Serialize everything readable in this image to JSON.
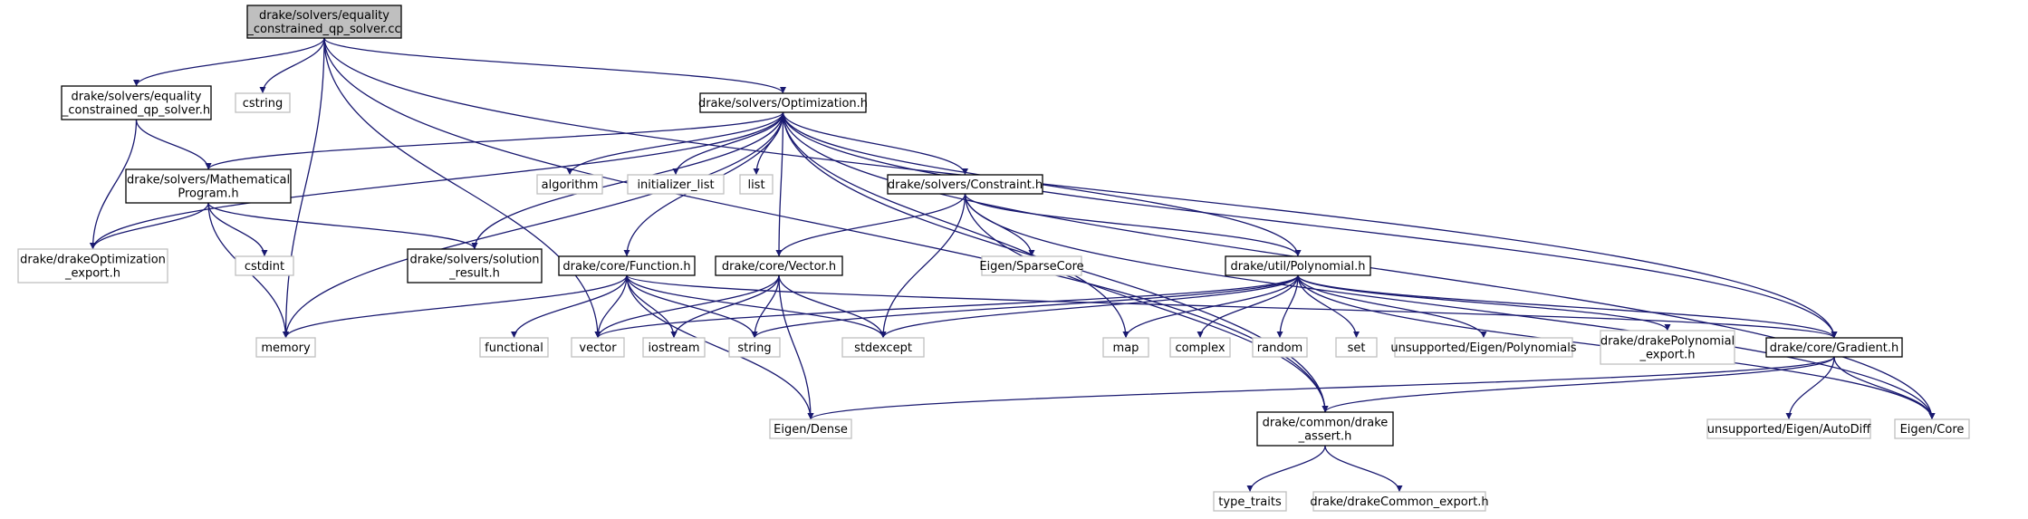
{
  "colors": {
    "edge": "#191970",
    "root_fill": "#bfbfbf",
    "root_border": "#000000",
    "local_border": "#000000",
    "system_border": "#bfbfbf",
    "node_fill": "#ffffff"
  },
  "nodes": [
    {
      "id": "root",
      "kind": "root",
      "lines": [
        "drake/solvers/equality",
        "_constrained_qp_solver.cc"
      ]
    },
    {
      "id": "eq_h",
      "kind": "local",
      "lines": [
        "drake/solvers/equality",
        "_constrained_qp_solver.h"
      ]
    },
    {
      "id": "cstring",
      "kind": "system",
      "lines": [
        "cstring"
      ]
    },
    {
      "id": "opt_h",
      "kind": "local",
      "lines": [
        "drake/solvers/Optimization.h"
      ]
    },
    {
      "id": "mp_h",
      "kind": "local",
      "lines": [
        "drake/solvers/Mathematical",
        "Program.h"
      ]
    },
    {
      "id": "dox",
      "kind": "system",
      "lines": [
        "drake/drakeOptimization",
        "_export.h"
      ]
    },
    {
      "id": "cstdint",
      "kind": "system",
      "lines": [
        "cstdint"
      ]
    },
    {
      "id": "sol_h",
      "kind": "local",
      "lines": [
        "drake/solvers/solution",
        "_result.h"
      ]
    },
    {
      "id": "algorithm",
      "kind": "system",
      "lines": [
        "algorithm"
      ]
    },
    {
      "id": "initlist",
      "kind": "system",
      "lines": [
        "initializer_list"
      ]
    },
    {
      "id": "list",
      "kind": "system",
      "lines": [
        "list"
      ]
    },
    {
      "id": "con_h",
      "kind": "local",
      "lines": [
        "drake/solvers/Constraint.h"
      ]
    },
    {
      "id": "func_h",
      "kind": "local",
      "lines": [
        "drake/core/Function.h"
      ]
    },
    {
      "id": "vec_h",
      "kind": "local",
      "lines": [
        "drake/core/Vector.h"
      ]
    },
    {
      "id": "sparse",
      "kind": "system",
      "lines": [
        "Eigen/SparseCore"
      ]
    },
    {
      "id": "poly_h",
      "kind": "local",
      "lines": [
        "drake/util/Polynomial.h"
      ]
    },
    {
      "id": "memory",
      "kind": "system",
      "lines": [
        "memory"
      ]
    },
    {
      "id": "functional",
      "kind": "system",
      "lines": [
        "functional"
      ]
    },
    {
      "id": "vector",
      "kind": "system",
      "lines": [
        "vector"
      ]
    },
    {
      "id": "iostream",
      "kind": "system",
      "lines": [
        "iostream"
      ]
    },
    {
      "id": "string",
      "kind": "system",
      "lines": [
        "string"
      ]
    },
    {
      "id": "stdexcept",
      "kind": "system",
      "lines": [
        "stdexcept"
      ]
    },
    {
      "id": "map",
      "kind": "system",
      "lines": [
        "map"
      ]
    },
    {
      "id": "complex",
      "kind": "system",
      "lines": [
        "complex"
      ]
    },
    {
      "id": "random",
      "kind": "system",
      "lines": [
        "random"
      ]
    },
    {
      "id": "set",
      "kind": "system",
      "lines": [
        "set"
      ]
    },
    {
      "id": "uepoly",
      "kind": "system",
      "lines": [
        "unsupported/Eigen/Polynomials"
      ]
    },
    {
      "id": "dpe",
      "kind": "system",
      "lines": [
        "drake/drakePolynomial",
        "_export.h"
      ]
    },
    {
      "id": "grad_h",
      "kind": "local",
      "lines": [
        "drake/core/Gradient.h"
      ]
    },
    {
      "id": "dense",
      "kind": "system",
      "lines": [
        "Eigen/Dense"
      ]
    },
    {
      "id": "assert_h",
      "kind": "local",
      "lines": [
        "drake/common/drake",
        "_assert.h"
      ]
    },
    {
      "id": "uead",
      "kind": "system",
      "lines": [
        "unsupported/Eigen/AutoDiff"
      ]
    },
    {
      "id": "ecore",
      "kind": "system",
      "lines": [
        "Eigen/Core"
      ]
    },
    {
      "id": "traits",
      "kind": "system",
      "lines": [
        "type_traits"
      ]
    },
    {
      "id": "dce",
      "kind": "system",
      "lines": [
        "drake/drakeCommon_export.h"
      ]
    }
  ],
  "edges": [
    [
      "root",
      "eq_h"
    ],
    [
      "root",
      "cstring"
    ],
    [
      "root",
      "opt_h"
    ],
    [
      "root",
      "memory"
    ],
    [
      "root",
      "vector"
    ],
    [
      "root",
      "grad_h"
    ],
    [
      "root",
      "assert_h"
    ],
    [
      "eq_h",
      "mp_h"
    ],
    [
      "eq_h",
      "dox"
    ],
    [
      "opt_h",
      "mp_h"
    ],
    [
      "opt_h",
      "dox"
    ],
    [
      "opt_h",
      "memory"
    ],
    [
      "opt_h",
      "func_h"
    ],
    [
      "opt_h",
      "sol_h"
    ],
    [
      "opt_h",
      "algorithm"
    ],
    [
      "opt_h",
      "initlist"
    ],
    [
      "opt_h",
      "list"
    ],
    [
      "opt_h",
      "con_h"
    ],
    [
      "opt_h",
      "vec_h"
    ],
    [
      "opt_h",
      "map"
    ],
    [
      "opt_h",
      "poly_h"
    ],
    [
      "opt_h",
      "grad_h"
    ],
    [
      "opt_h",
      "ecore"
    ],
    [
      "opt_h",
      "assert_h"
    ],
    [
      "mp_h",
      "dox"
    ],
    [
      "mp_h",
      "cstdint"
    ],
    [
      "mp_h",
      "sol_h"
    ],
    [
      "mp_h",
      "memory"
    ],
    [
      "con_h",
      "vec_h"
    ],
    [
      "con_h",
      "sparse"
    ],
    [
      "con_h",
      "poly_h"
    ],
    [
      "con_h",
      "stdexcept"
    ],
    [
      "con_h",
      "assert_h"
    ],
    [
      "con_h",
      "ecore"
    ],
    [
      "func_h",
      "memory"
    ],
    [
      "func_h",
      "functional"
    ],
    [
      "func_h",
      "vector"
    ],
    [
      "func_h",
      "iostream"
    ],
    [
      "func_h",
      "string"
    ],
    [
      "func_h",
      "stdexcept"
    ],
    [
      "func_h",
      "dense"
    ],
    [
      "func_h",
      "grad_h"
    ],
    [
      "vec_h",
      "vector"
    ],
    [
      "vec_h",
      "iostream"
    ],
    [
      "vec_h",
      "string"
    ],
    [
      "vec_h",
      "stdexcept"
    ],
    [
      "vec_h",
      "dense"
    ],
    [
      "poly_h",
      "vector"
    ],
    [
      "poly_h",
      "string"
    ],
    [
      "poly_h",
      "stdexcept"
    ],
    [
      "poly_h",
      "map"
    ],
    [
      "poly_h",
      "complex"
    ],
    [
      "poly_h",
      "random"
    ],
    [
      "poly_h",
      "set"
    ],
    [
      "poly_h",
      "uepoly"
    ],
    [
      "poly_h",
      "dpe"
    ],
    [
      "poly_h",
      "grad_h"
    ],
    [
      "poly_h",
      "ecore"
    ],
    [
      "grad_h",
      "dense"
    ],
    [
      "grad_h",
      "assert_h"
    ],
    [
      "grad_h",
      "uead"
    ],
    [
      "grad_h",
      "ecore"
    ],
    [
      "assert_h",
      "traits"
    ],
    [
      "assert_h",
      "dce"
    ]
  ]
}
